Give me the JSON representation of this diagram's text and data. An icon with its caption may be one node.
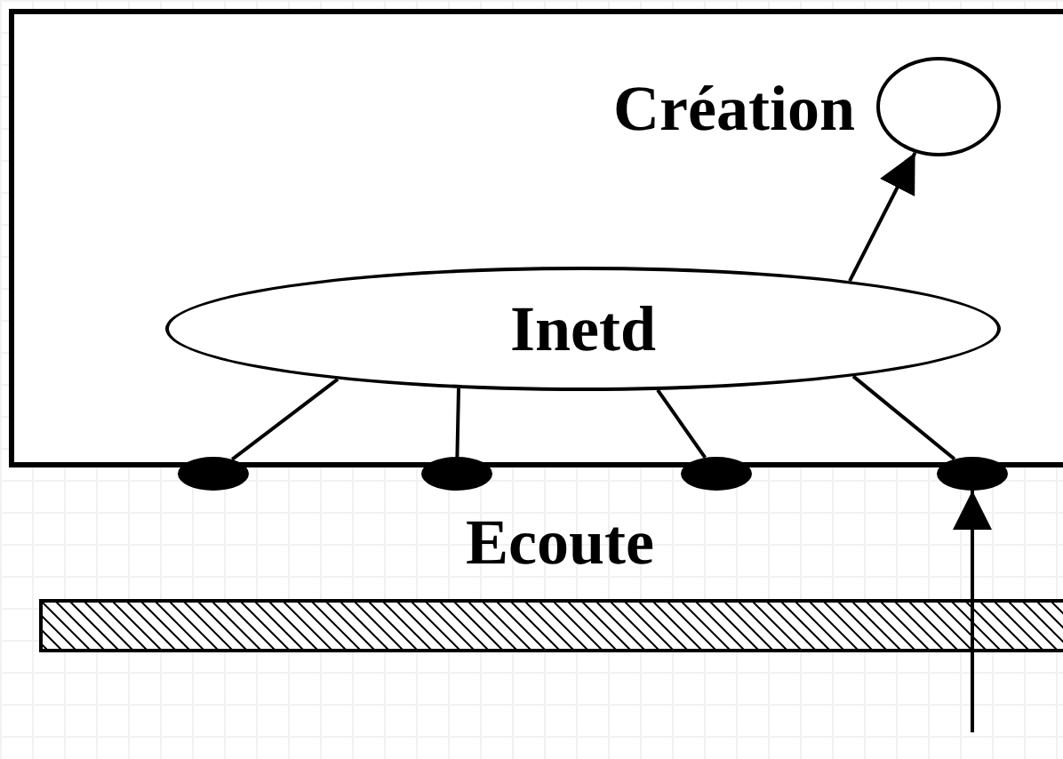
{
  "diagram": {
    "nodes": [
      {
        "text": [],
        "shape": "box"
      },
      {
        "text": [
          "Inetd"
        ],
        "in": 0
      },
      {
        "text": [],
        "shape": "circle",
        "in": 0,
        "beside": [
          "Création"
        ]
      },
      {
        "text": [],
        "shape": "circle"
      },
      {
        "text": [],
        "shape": "circle"
      },
      {
        "text": [],
        "shape": "circle"
      },
      {
        "text": [],
        "shape": "circle"
      },
      {
        "text": [],
        "shape": "bar"
      }
    ],
    "edges": [
      {
        "from": 1,
        "to": 2,
        "arrow": "to"
      },
      {
        "from": 1,
        "to": 3,
        "arrow": "none"
      },
      {
        "from": 1,
        "to": 4,
        "arrow": "none"
      },
      {
        "from": 1,
        "to": 5,
        "arrow": "none"
      },
      {
        "from": 1,
        "to": 6,
        "arrow": "none"
      },
      {
        "from": null,
        "to": 6,
        "arrow": "to"
      }
    ],
    "labels": [
      "Ecoute"
    ]
  }
}
